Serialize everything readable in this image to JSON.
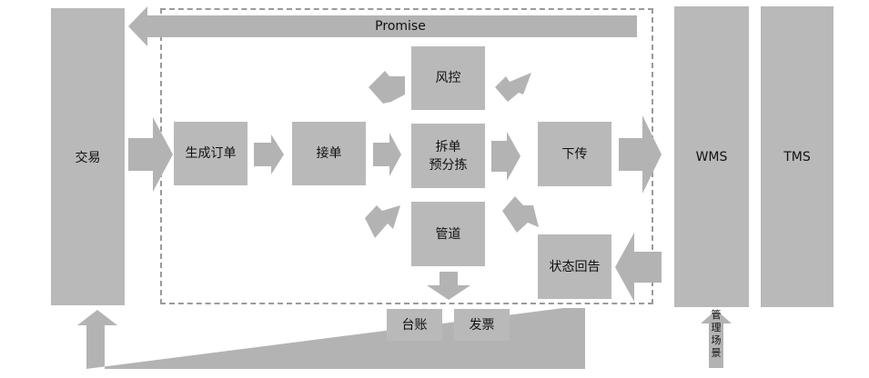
{
  "nodes": {
    "trade": "交易",
    "promise": "Promise",
    "risk": "风控",
    "generate_order": "生成订单",
    "accept_order": "接单",
    "split_line1": "拆单",
    "split_line2": "预分拣",
    "pipeline": "管道",
    "dispatch": "下传",
    "status_feedback": "状态回告",
    "ledger": "台账",
    "invoice": "发票",
    "wms": "WMS",
    "tms": "TMS",
    "scene_label": "管理场景"
  },
  "colors": {
    "box": "#b9b9b9",
    "arrow": "#b3b3b3",
    "border": "#9a9a9a"
  }
}
